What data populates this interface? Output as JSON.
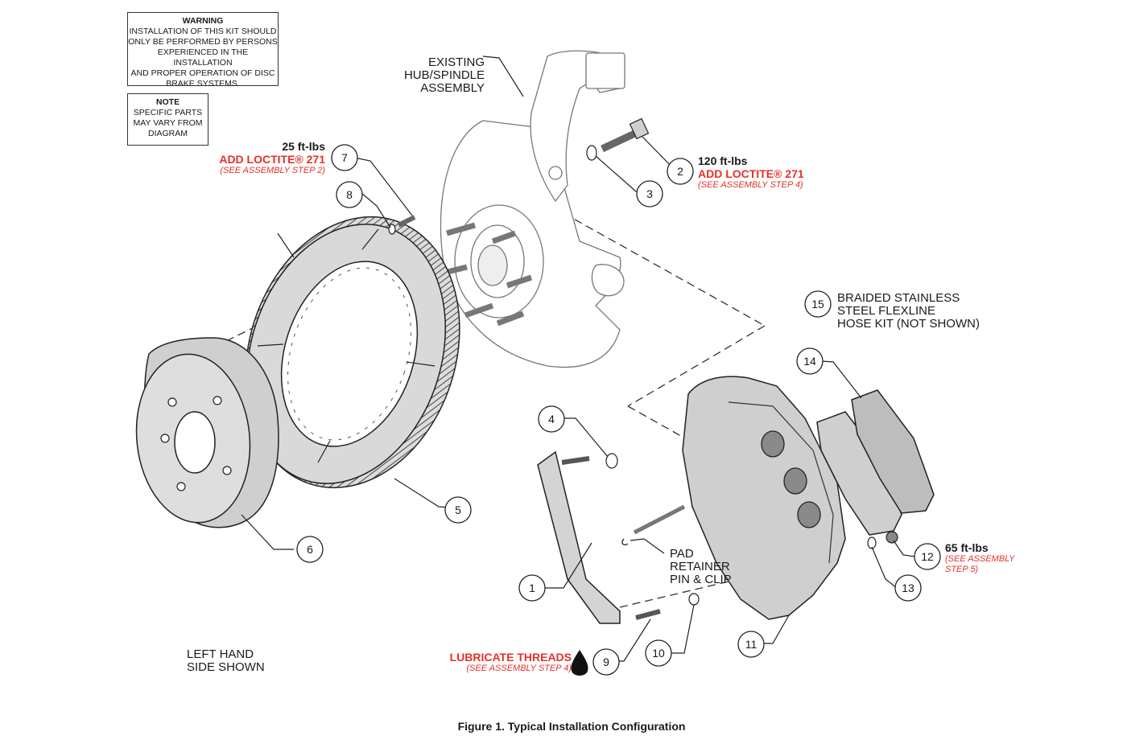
{
  "warning": {
    "title": "WARNING",
    "lines": [
      "INSTALLATION OF THIS KIT SHOULD",
      "ONLY BE PERFORMED BY PERSONS",
      "EXPERIENCED IN THE INSTALLATION",
      "AND PROPER OPERATION OF DISC",
      "BRAKE SYSTEMS."
    ]
  },
  "note": {
    "title": "NOTE",
    "lines": [
      "SPECIFIC PARTS",
      "MAY VARY FROM",
      "DIAGRAM"
    ]
  },
  "labels": {
    "hub": [
      "EXISTING",
      "HUB/SPINDLE",
      "ASSEMBLY"
    ],
    "flexline": [
      "BRAIDED STAINLESS",
      "STEEL FLEXLINE",
      "HOSE KIT (NOT SHOWN)"
    ],
    "pad_retainer": [
      "PAD",
      "RETAINER",
      "PIN & CLIP"
    ],
    "side": [
      "LEFT HAND",
      "SIDE SHOWN"
    ]
  },
  "torque": {
    "part7": {
      "value": "25 ft-lbs",
      "instruction": "ADD LOCTITE® 271",
      "note": "(SEE ASSEMBLY STEP 2)"
    },
    "part2": {
      "value": "120 ft-lbs",
      "instruction": "ADD LOCTITE® 271",
      "note": "(SEE ASSEMBLY STEP 4)"
    },
    "part12": {
      "value": "65 ft-lbs",
      "note_line1": "(SEE ASSEMBLY",
      "note_line2": "STEP 5)"
    },
    "part9": {
      "instruction": "LUBRICATE THREADS",
      "note": "(SEE ASSEMBLY STEP 4)"
    }
  },
  "callouts": [
    "1",
    "2",
    "3",
    "4",
    "5",
    "6",
    "7",
    "8",
    "9",
    "10",
    "11",
    "12",
    "13",
    "14",
    "15"
  ],
  "caption": "Figure 1.  Typical Installation Configuration",
  "colors": {
    "accent": "#e4312b",
    "line": "#333333",
    "part_fill": "#d9d9d9",
    "part_fill_dark": "#bdbdbd"
  }
}
